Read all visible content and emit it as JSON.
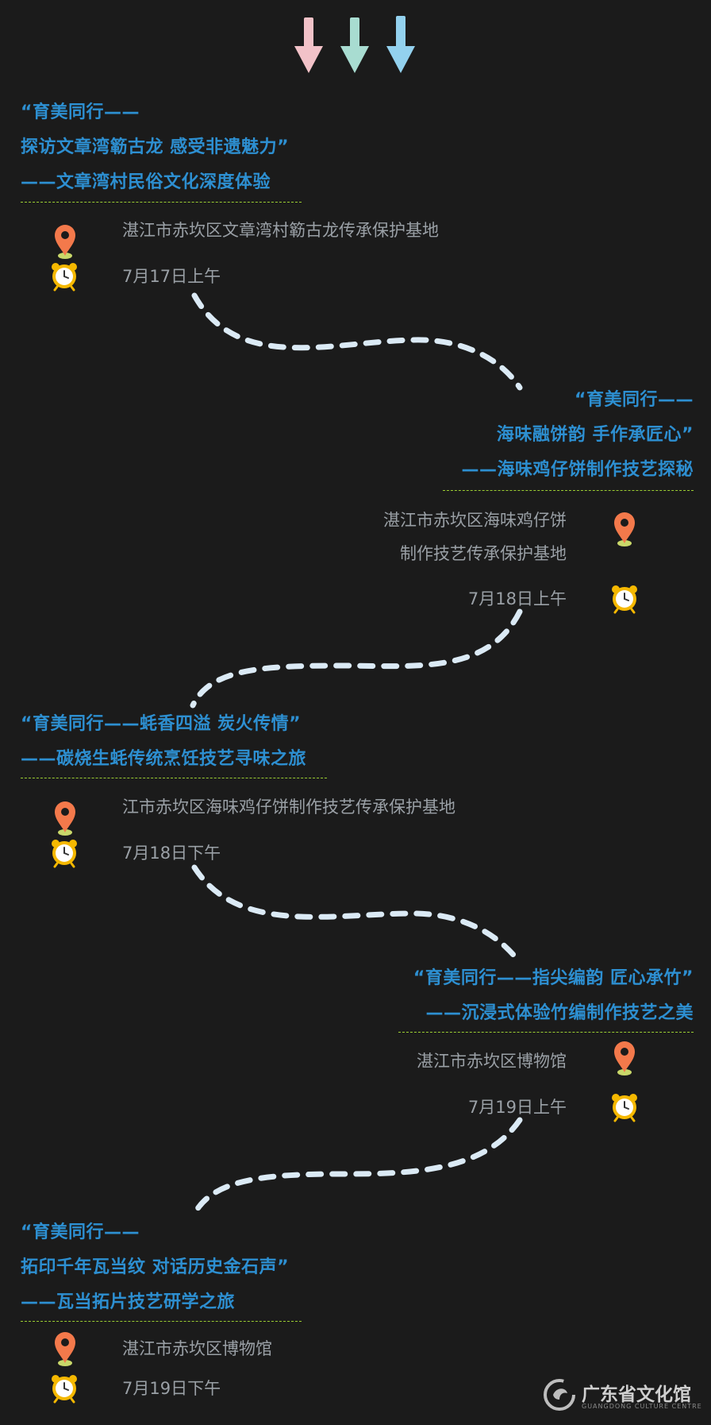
{
  "colors": {
    "background": "#1b1b1b",
    "title": "#2d8fd1",
    "info_text": "#9aa0a6",
    "path_dashes": "#dbeaf5",
    "divider": "#9acd32",
    "pin": "#f3794b",
    "clock": "#f5b800",
    "arrows": [
      "#f2c2c8",
      "#a8dcd1",
      "#93d1ee"
    ]
  },
  "header_arrows": [
    "arrow-down-icon",
    "arrow-down-icon",
    "arrow-down-icon"
  ],
  "events": [
    {
      "title_lines": [
        "“育美同行——",
        "探访文章湾簕古龙 感受非遗魅力”",
        "——文章湾村民俗文化深度体验"
      ],
      "location_lines": [
        "湛江市赤坎区文章湾村簕古龙传承保护基地"
      ],
      "time": "7月17日上午",
      "icons": [
        "location-pin-icon",
        "alarm-clock-icon"
      ]
    },
    {
      "title_lines": [
        "“育美同行——",
        "海味融饼韵 手作承匠心”",
        "——海味鸡仔饼制作技艺探秘"
      ],
      "location_lines": [
        "湛江市赤坎区海味鸡仔饼",
        "制作技艺传承保护基地"
      ],
      "time": "7月18日上午",
      "icons": [
        "location-pin-icon",
        "alarm-clock-icon"
      ]
    },
    {
      "title_lines": [
        "“育美同行——蚝香四溢 炭火传情”",
        "——碳烧生蚝传统烹饪技艺寻味之旅"
      ],
      "location_lines": [
        "江市赤坎区海味鸡仔饼制作技艺传承保护基地"
      ],
      "time": "7月18日下午",
      "icons": [
        "location-pin-icon",
        "alarm-clock-icon"
      ]
    },
    {
      "title_lines": [
        "“育美同行——指尖编韵 匠心承竹”",
        "——沉浸式体验竹编制作技艺之美"
      ],
      "location_lines": [
        "湛江市赤坎区博物馆"
      ],
      "time": "7月19日上午",
      "icons": [
        "location-pin-icon",
        "alarm-clock-icon"
      ]
    },
    {
      "title_lines": [
        "“育美同行——",
        "拓印千年瓦当纹 对话历史金石声”",
        "——瓦当拓片技艺研学之旅"
      ],
      "location_lines": [
        "湛江市赤坎区博物馆"
      ],
      "time": "7月19日下午",
      "icons": [
        "location-pin-icon",
        "alarm-clock-icon"
      ]
    }
  ],
  "logo": {
    "name": "广东省文化馆",
    "subtitle": "GUANGDONG CULTURE CENTRE",
    "icon": "culture-centre-logo-icon"
  }
}
